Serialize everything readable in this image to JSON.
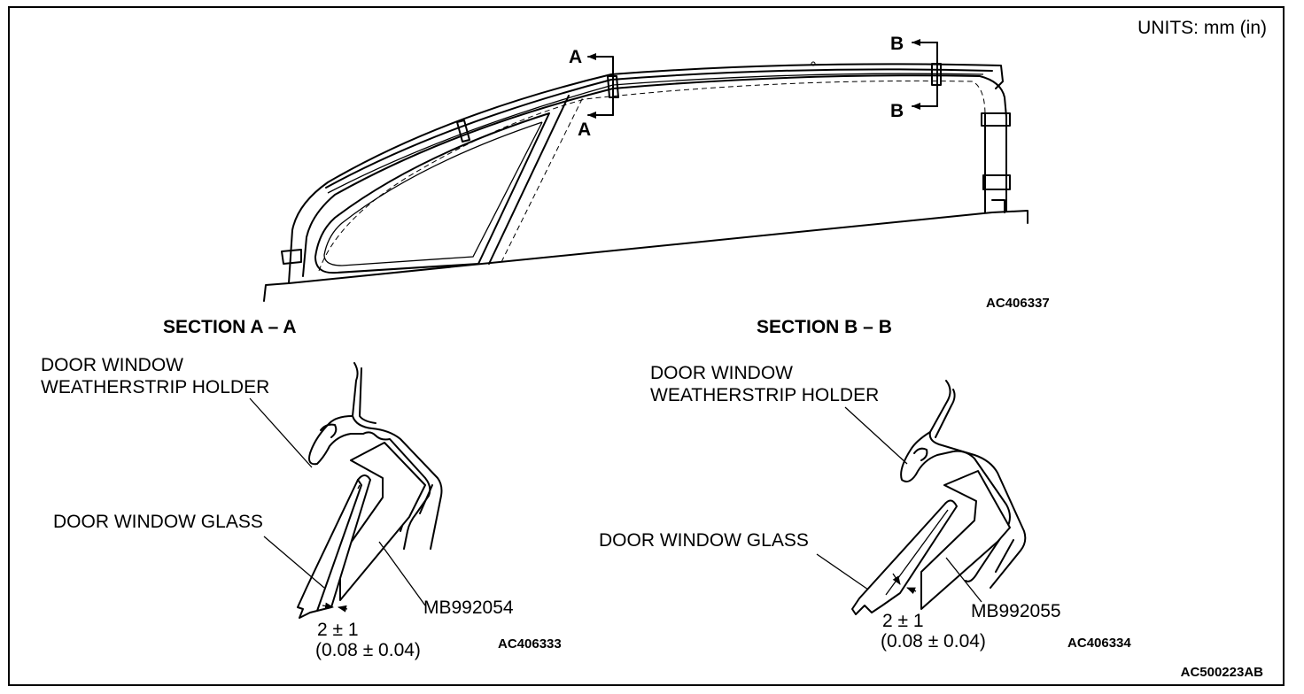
{
  "units": "UNITS: mm (in)",
  "overview": {
    "code": "AC406337",
    "marker_a": "A",
    "marker_b": "B"
  },
  "section_a": {
    "title": "SECTION A – A",
    "holder_label_line1": "DOOR WINDOW",
    "holder_label_line2": "WEATHERSTRIP HOLDER",
    "glass_label": "DOOR WINDOW GLASS",
    "tool": "MB992054",
    "dim_mm": "2 ± 1",
    "dim_in": "(0.08 ± 0.04)",
    "code": "AC406333"
  },
  "section_b": {
    "title": "SECTION B – B",
    "holder_label_line1": "DOOR WINDOW",
    "holder_label_line2": "WEATHERSTRIP HOLDER",
    "glass_label": "DOOR WINDOW GLASS",
    "tool": "MB992055",
    "dim_mm": "2 ± 1",
    "dim_in": "(0.08 ± 0.04)",
    "code": "AC406334"
  },
  "figure_code": "AC500223AB"
}
